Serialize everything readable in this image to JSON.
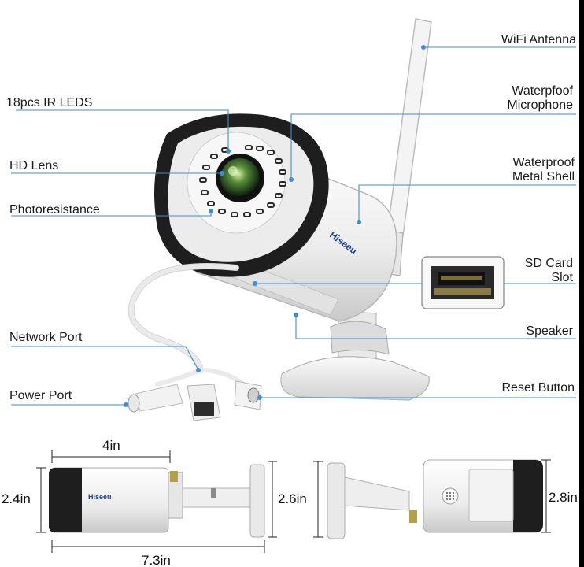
{
  "brand": "Hiseeu",
  "callouts": {
    "ir_leds": "18pcs IR LEDS",
    "hd_lens": "HD Lens",
    "photoresistance": "Photoresistance",
    "network_port": "Network Port",
    "power_port": "Power Port",
    "wifi_antenna": "WiFi Antenna",
    "microphone_line1": "Waterpfoof",
    "microphone_line2": "Microphone",
    "shell_line1": "Waterproof",
    "shell_line2": "Metal Shell",
    "sd_line1": "SD Card",
    "sd_line2": "Slot",
    "speaker": "Speaker",
    "reset_button": "Reset Button"
  },
  "dimensions": {
    "body_length": "4in",
    "height_left": "2.4in",
    "mount_height": "2.6in",
    "height_right": "2.8in",
    "total_length": "7.3in"
  },
  "colors": {
    "leader_line": "#3a8fd8",
    "camera_body": "#f2f2f2",
    "camera_bezel": "#1e1e1e",
    "lens_glow": "#6aa84f"
  }
}
